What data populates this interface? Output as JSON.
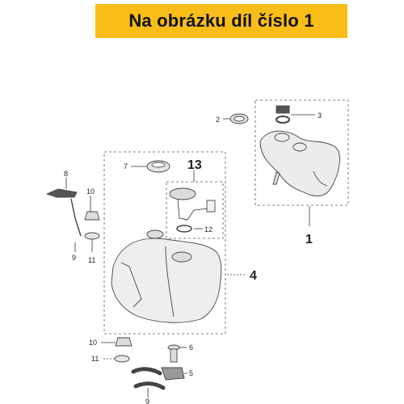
{
  "banner": {
    "title": "Na obrázku díl číslo 1"
  },
  "callouts": {
    "p1": "1",
    "p2": "2",
    "p3": "3",
    "p4": "4",
    "p5": "5",
    "p6": "6",
    "p7": "7",
    "p8": "8",
    "p9a": "9",
    "p9b": "9",
    "p10a": "10",
    "p10b": "10",
    "p11a": "11",
    "p11b": "11",
    "p12": "12",
    "p13": "13"
  },
  "colors": {
    "banner": "#f9bd1a",
    "line": "#333333",
    "part_fill": "#e8e8e8"
  }
}
